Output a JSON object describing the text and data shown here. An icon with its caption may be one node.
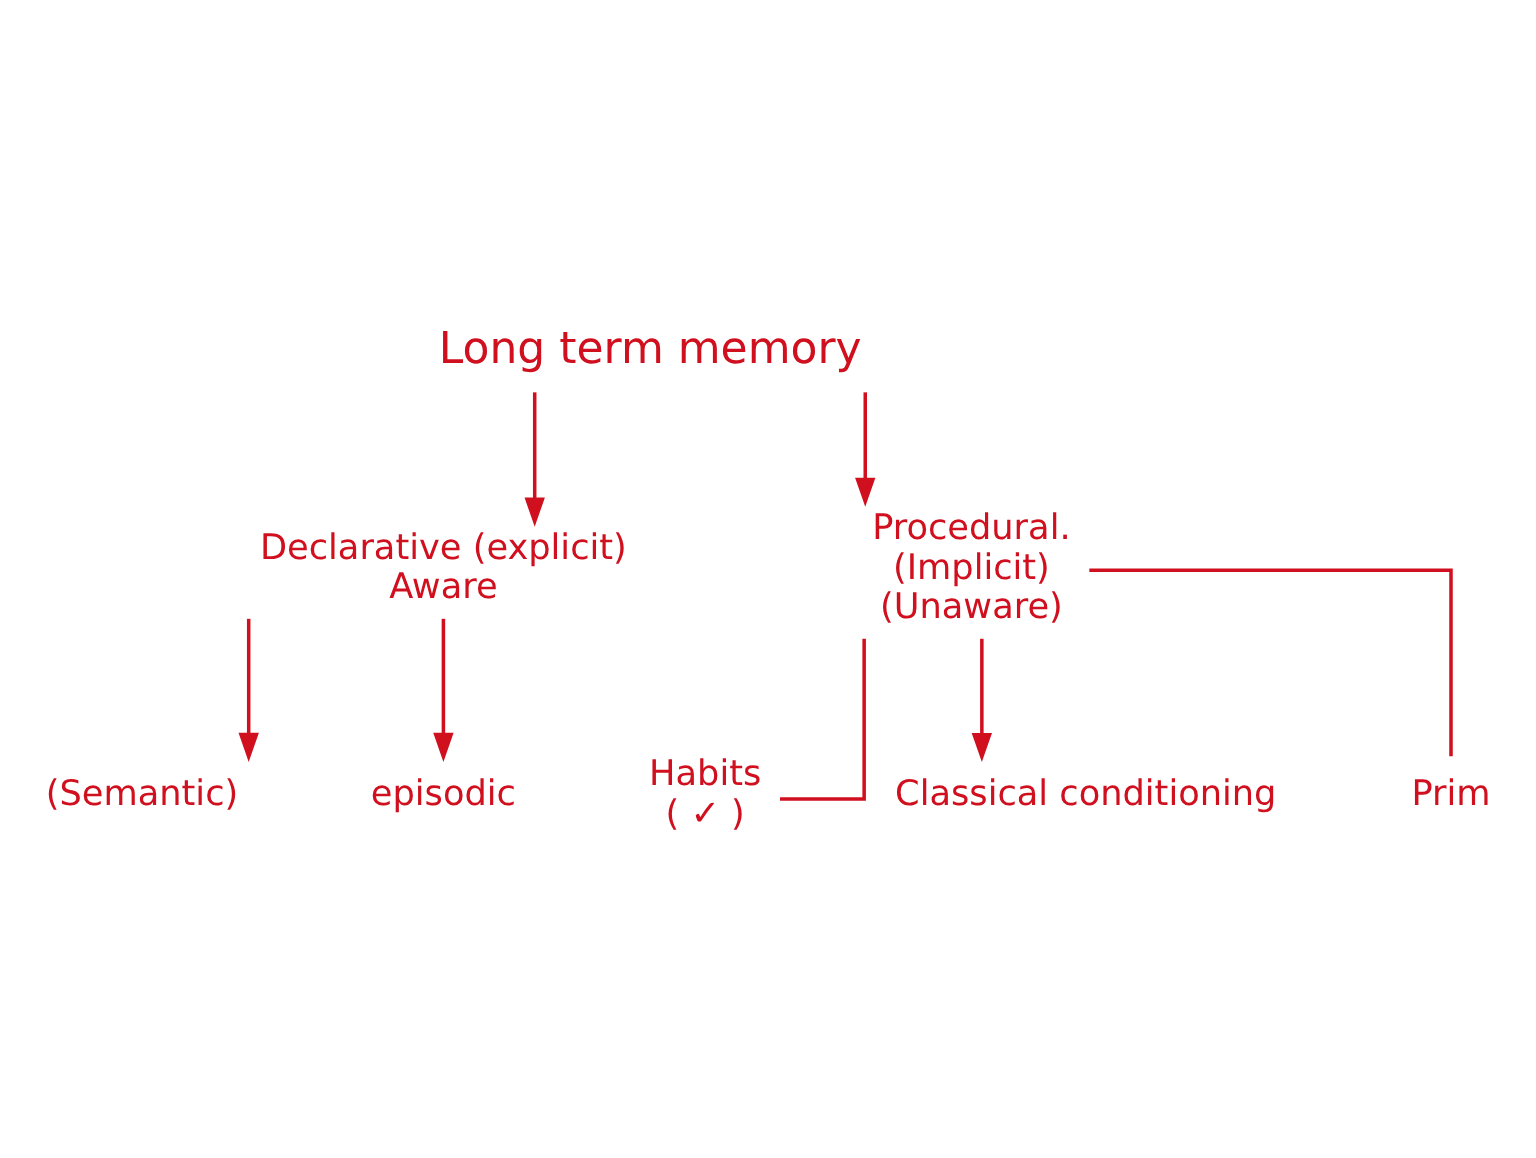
{
  "diagram": {
    "nodes": [
      {
        "text": [
          "Long term memory"
        ]
      },
      {
        "text": [
          "Declarative (explicit)",
          "Aware"
        ]
      },
      {
        "text": [
          "Procedural.",
          "(Implicit)",
          "(Unaware)"
        ]
      },
      {
        "text": [
          "(Semantic)"
        ]
      },
      {
        "text": [
          "episodic"
        ]
      },
      {
        "text": [
          "Habits",
          "( ✓ )"
        ]
      },
      {
        "text": [
          "Classical conditioning"
        ]
      },
      {
        "text": [
          "Prim"
        ]
      }
    ],
    "edges": [
      {
        "from": 0,
        "to": 1,
        "arrow": "to"
      },
      {
        "from": 0,
        "to": 2,
        "arrow": "to"
      },
      {
        "from": 1,
        "to": 3,
        "arrow": "to"
      },
      {
        "from": 1,
        "to": 4,
        "arrow": "to"
      },
      {
        "from": 2,
        "to": 5,
        "arrow": "none"
      },
      {
        "from": 2,
        "to": 6,
        "arrow": "to"
      },
      {
        "from": 2,
        "to": 7,
        "arrow": "none"
      }
    ]
  }
}
